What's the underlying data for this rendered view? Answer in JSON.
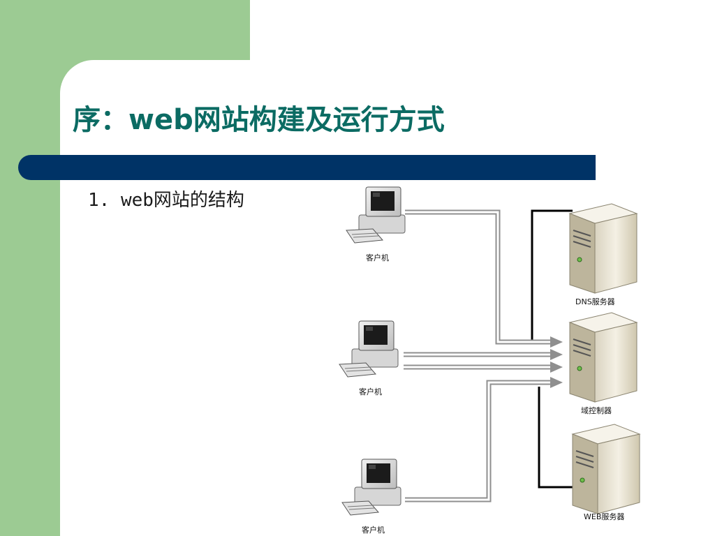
{
  "slide": {
    "title": "序：web网站构建及运行方式",
    "bullet": "1. web网站的结构"
  },
  "diagram": {
    "clients": [
      {
        "label": "客户机"
      },
      {
        "label": "客户机"
      },
      {
        "label": "客户机"
      }
    ],
    "servers": [
      {
        "label": "DNS服务器"
      },
      {
        "label": "域控制器"
      },
      {
        "label": "WEB服务器"
      }
    ]
  },
  "colors": {
    "green_panel": "#9ccb93",
    "title_bar": "#003366",
    "title_text": "#0b6b63"
  }
}
